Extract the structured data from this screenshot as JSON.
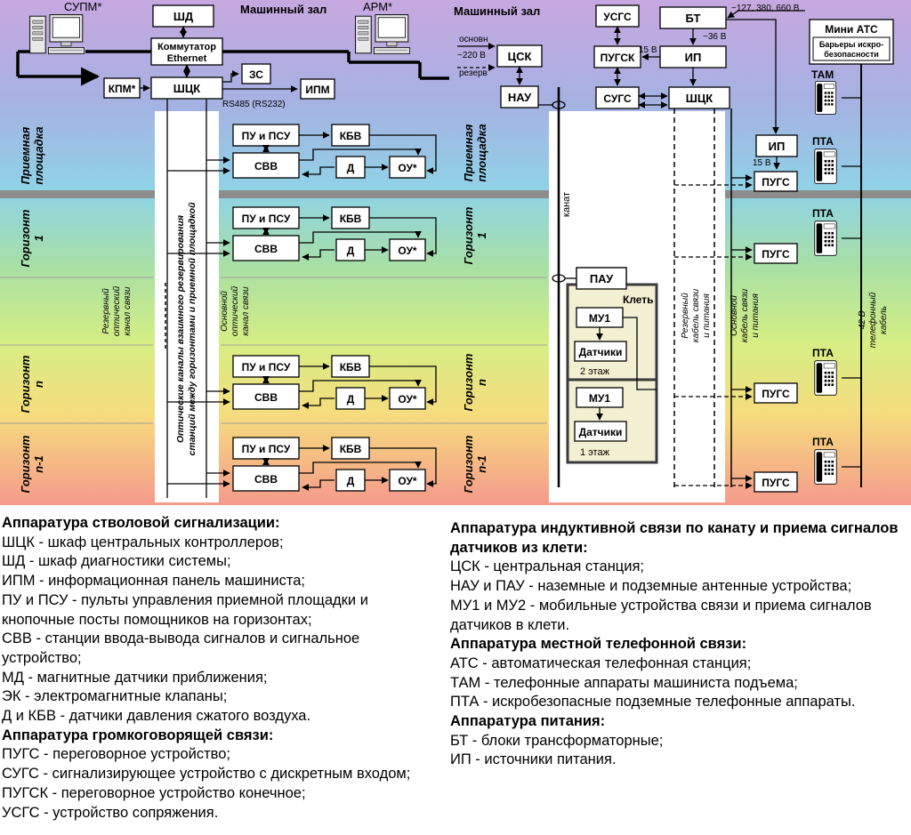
{
  "zones": {
    "machine_hall_left": "Машинный зал",
    "machine_hall_right": "Машинный зал",
    "left_labels": [
      {
        "t1": "Приемная",
        "t2": "площадка"
      },
      {
        "t1": "Горизонт",
        "t2": "1"
      },
      {
        "t1": "Горизонт",
        "t2": "n"
      },
      {
        "t1": "Горизонт",
        "t2": "n-1"
      }
    ],
    "mid_labels": [
      {
        "t1": "Приемная",
        "t2": "площадка"
      },
      {
        "t1": "Горизонт",
        "t2": "1"
      },
      {
        "t1": "Горизонт",
        "t2": "n"
      },
      {
        "t1": "Горизонт",
        "t2": "n-1"
      }
    ]
  },
  "machine": {
    "supm": "СУПМ*",
    "arm": "АРМ*",
    "shd": "ШД",
    "switch_l1": "Коммутатор",
    "switch_l2": "Ethernet",
    "kpm": "КПМ*",
    "shck": "ШЦК",
    "zs": "ЗС",
    "ipm": "ИПМ",
    "rs485": "RS485 (RS232)"
  },
  "station": {
    "pu": "ПУ и ПСУ",
    "kbv": "КБВ",
    "svv": "СВВ",
    "d": "Д",
    "ou": "ОУ*"
  },
  "right": {
    "osnovn": "основн",
    "v220": "~220 В",
    "rezerv": "резерв",
    "csk": "ЦСК",
    "nau": "НАУ",
    "usgs": "УСГС",
    "pugsk": "ПУГСК",
    "sugs": "СУГС",
    "shck": "ШЦК",
    "bt": "БТ",
    "bt_volts": "~127, 380, 660 В",
    "v36": "~36 В",
    "v15_top": "15 В",
    "ip": "ИП",
    "ip2": "ИП",
    "v15_mid": "15 В",
    "pugs": "ПУГС",
    "mini_ats": "Мини АТС",
    "barrier_l1": "Барьеры искро-",
    "barrier_l2": "безопасности",
    "tam": "ТАМ",
    "pta": "ПТА",
    "kanat": "канат",
    "pau": "ПАУ",
    "klet": "Клеть",
    "mu1": "МУ1",
    "datchiki": "Датчики",
    "floor2": "2 этаж",
    "floor1": "1 этаж"
  },
  "vertical_labels": {
    "reserve_opt_1": "Резервный",
    "reserve_opt_2": "оптический",
    "reserve_opt_3": "канал связи",
    "optical_1": "Оптические каналы взаимного резервирования",
    "optical_2": "станций между горизонтами и приемной площадкой",
    "main_opt_1": "Основной",
    "main_opt_2": "оптический",
    "main_opt_3": "канал связи",
    "res_cable_1": "Резервный",
    "res_cable_2": "кабель связи",
    "res_cable_3": "и питания",
    "main_cable_1": "Основной",
    "main_cable_2": "кабель связи",
    "main_cable_3": "и питания",
    "tel_1": "42 В",
    "tel_2": "телефонный",
    "tel_3": "кабель"
  },
  "legend_left": [
    {
      "bold": true,
      "text": "Аппаратура стволовой сигнализации:"
    },
    {
      "bold": false,
      "text": "ШЦК - шкаф центральных контроллеров;"
    },
    {
      "bold": false,
      "text": "ШД - шкаф диагностики системы;"
    },
    {
      "bold": false,
      "text": "ИПМ - информационная панель машиниста;"
    },
    {
      "bold": false,
      "text": "ПУ и ПСУ - пульты управления приемной площадки и кнопочные посты помощников на горизонтах;"
    },
    {
      "bold": false,
      "text": "СВВ - станции ввода-вывода сигналов и сигнальное устройство;"
    },
    {
      "bold": false,
      "text": "МД - магнитные датчики приближения;"
    },
    {
      "bold": false,
      "text": "ЭК - электромагнитные клапаны;"
    },
    {
      "bold": false,
      "text": "Д и КБВ - датчики давления сжатого воздуха."
    },
    {
      "bold": true,
      "text": "Аппаратура громкоговорящей связи:"
    },
    {
      "bold": false,
      "text": "ПУГС - переговорное устройство;"
    },
    {
      "bold": false,
      "text": "СУГС - сигнализирующее устройство с дискретным входом;"
    },
    {
      "bold": false,
      "text": "ПУГСК - переговорное устройство конечное;"
    },
    {
      "bold": false,
      "text": "УСГС - устройство сопряжения."
    }
  ],
  "legend_right": [
    {
      "bold": true,
      "text": "Аппаратура индуктивной связи по канату и приема сигналов датчиков из клети:"
    },
    {
      "bold": false,
      "text": "ЦСК - центральная станция;"
    },
    {
      "bold": false,
      "text": "НАУ и ПАУ - наземные и подземные антенные устройства;"
    },
    {
      "bold": false,
      "text": "МУ1 и МУ2 - мобильные устройства связи и приема сигналов датчиков в клети."
    },
    {
      "bold": true,
      "text": "Аппаратура местной телефонной связи:"
    },
    {
      "bold": false,
      "text": "АТС - автоматическая телефонная станция;"
    },
    {
      "bold": false,
      "text": "ТАМ - телефонные аппараты машиниста подъема;"
    },
    {
      "bold": false,
      "text": "ПТА - искробезопасные подземные телефонные аппараты."
    },
    {
      "bold": true,
      "text": "Аппаратура питания:"
    },
    {
      "bold": false,
      "text": "БТ - блоки трансформаторные;"
    },
    {
      "bold": false,
      "text": "ИП - источники питания."
    }
  ]
}
